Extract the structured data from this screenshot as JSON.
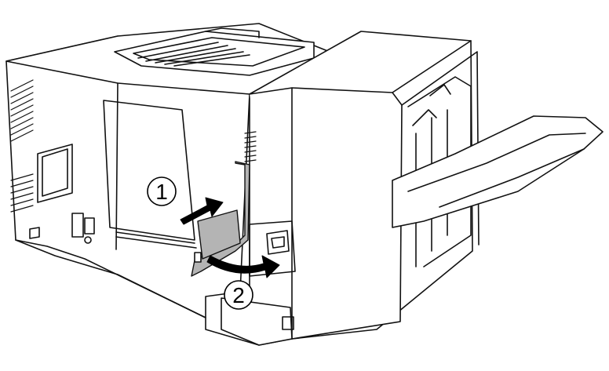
{
  "steps": [
    {
      "label": "1",
      "action": "push-in"
    },
    {
      "label": "2",
      "action": "swing-out"
    }
  ],
  "colors": {
    "line": "#111111",
    "body": "#ffffff",
    "highlight": "#b4b4b4",
    "arrow": "#000000"
  }
}
